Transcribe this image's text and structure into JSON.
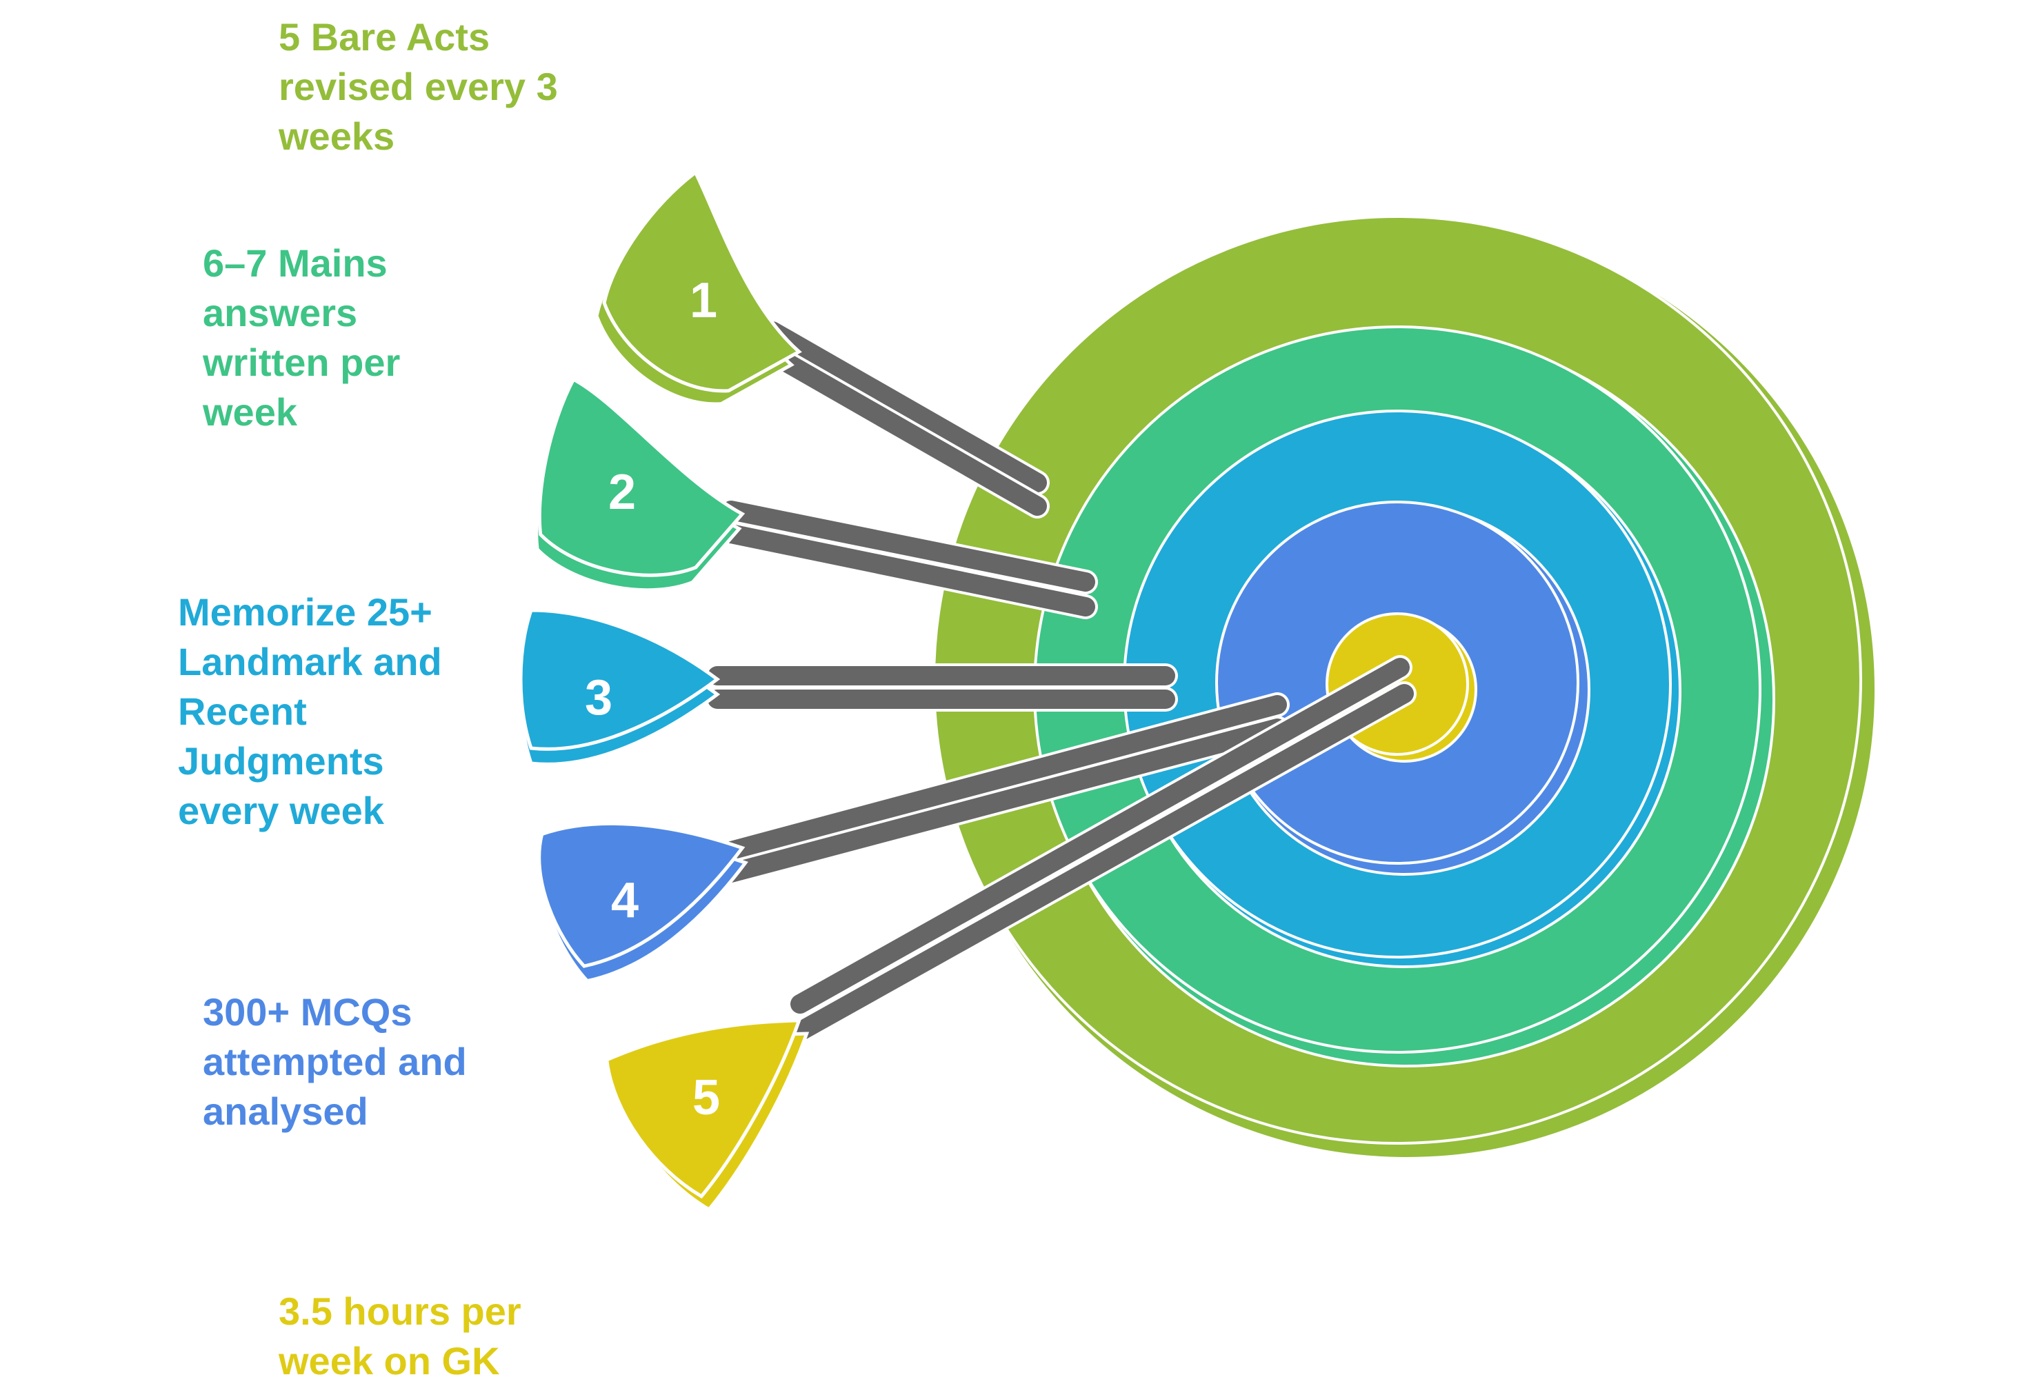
{
  "colors": {
    "ring_outer": "#94BD3A",
    "ring_second": "#3EC486",
    "ring_third": "#20AAD8",
    "ring_fourth": "#4F88E4",
    "bullseye": "#DFCB14",
    "shaft": "#666666",
    "outline": "#FFFFFF"
  },
  "darts": [
    {
      "number": "1",
      "color": "#94BD3A",
      "label": "5 Bare Acts\nrevised every 3\nweeks"
    },
    {
      "number": "2",
      "color": "#3EC486",
      "label": "6–7 Mains\nanswers\nwritten per\nweek"
    },
    {
      "number": "3",
      "color": "#20AAD8",
      "label": "Memorize 25+\nLandmark and\nRecent\nJudgments\nevery week"
    },
    {
      "number": "4",
      "color": "#4F88E4",
      "label": "300+ MCQs\nattempted and\nanalysed"
    },
    {
      "number": "5",
      "color": "#DFCB14",
      "label": "3.5 hours per\nweek on GK"
    }
  ]
}
